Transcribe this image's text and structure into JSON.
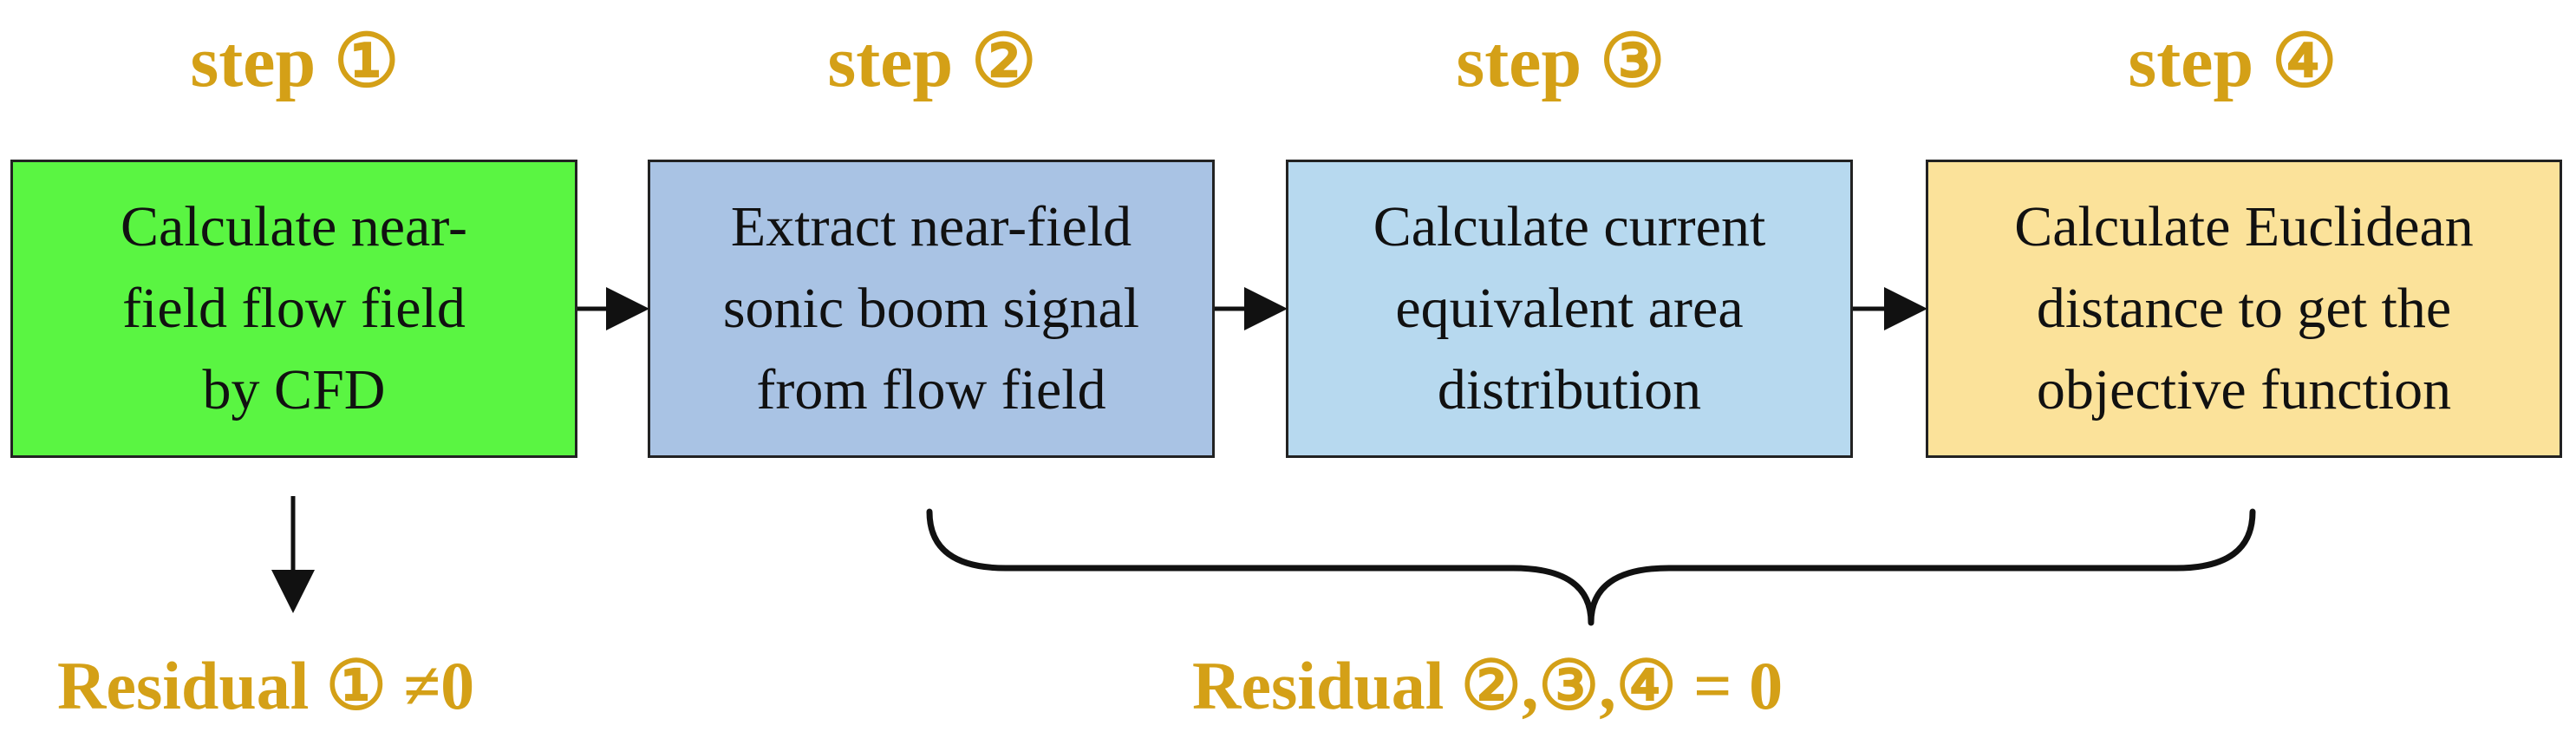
{
  "steps": [
    {
      "label": "step ①",
      "text": "Calculate near-\nfield flow field\nby CFD",
      "color": "#5af542"
    },
    {
      "label": "step ②",
      "text": "Extract near-field\nsonic boom signal\nfrom flow field",
      "color": "#a9c3e4"
    },
    {
      "label": "step ③",
      "text": "Calculate current\nequivalent area\ndistribution",
      "color": "#b7d9ef"
    },
    {
      "label": "step ④",
      "text": "Calculate Euclidean\ndistance to get the\nobjective function",
      "color": "#fbe29a"
    }
  ],
  "residuals": {
    "left": "Residual ① ≠0",
    "right": "Residual ②,③,④  = 0"
  },
  "colors": {
    "accent_text": "#d4a017",
    "line": "#111111"
  }
}
